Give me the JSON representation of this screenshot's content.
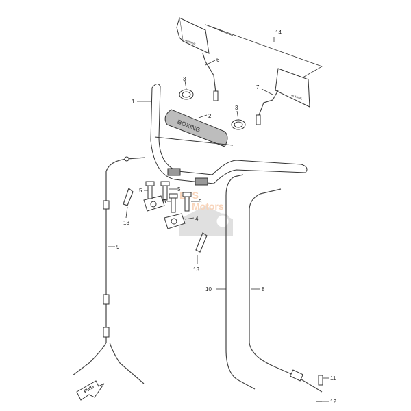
{
  "diagram": {
    "callouts": {
      "c1": "1",
      "c2": "2",
      "c3a": "3",
      "c3b": "3",
      "c4": "4",
      "c5a": "5",
      "c5b": "5",
      "c5c": "5",
      "c5d": "5",
      "c6": "6",
      "c7": "7",
      "c8": "8",
      "c9": "9",
      "c10": "10",
      "c11": "11",
      "c12": "12",
      "c13a": "13",
      "c13b": "13",
      "c14": "14"
    },
    "grip_text": "BOXING",
    "mirror_brand_left": "HUMHAL",
    "mirror_brand_right": "HUMHAL",
    "fwd_label": "FWD",
    "watermark": {
      "line1": "BTS",
      "line2": "Motors",
      "color": "#f4b183"
    },
    "colors": {
      "ink": "#333333",
      "grip": "#bdbdbd",
      "watermark_gray": "#c8c8c8"
    }
  }
}
